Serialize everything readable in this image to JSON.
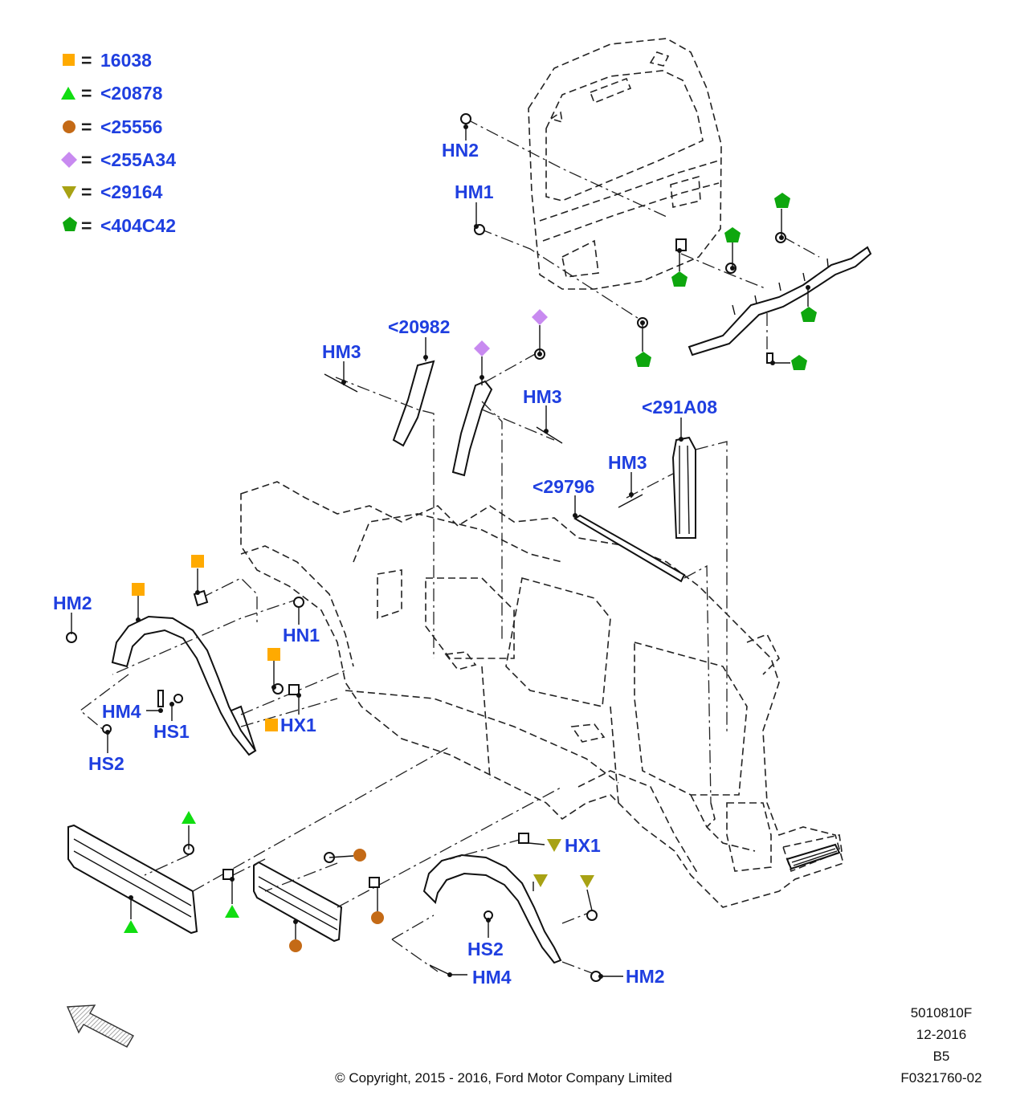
{
  "legend": [
    {
      "symbol": "square",
      "color": "#ffaa00",
      "text": "16038"
    },
    {
      "symbol": "triangle-up",
      "color": "#11dd11",
      "text": "<20878"
    },
    {
      "symbol": "circle",
      "color": "#c46a16",
      "text": "<25556"
    },
    {
      "symbol": "diamond",
      "color": "#c88af0",
      "text": "<255A34"
    },
    {
      "symbol": "triangle-down",
      "color": "#a8a214",
      "text": "<29164"
    },
    {
      "symbol": "pentagon",
      "color": "#0ea70e",
      "text": "<404C42"
    }
  ],
  "legend_eq": "=",
  "labels": {
    "hn2": "HN2",
    "hm1": "HM1",
    "n20982": "<20982",
    "hm3_a": "HM3",
    "hm3_b": "HM3",
    "hm3_c": "HM3",
    "n291a08": "<291A08",
    "n29796": "<29796",
    "hm2_a": "HM2",
    "hn1": "HN1",
    "hm4_a": "HM4",
    "hs1": "HS1",
    "hs2_a": "HS2",
    "hx1_a": "HX1",
    "hx1_b": "HX1",
    "hs2_b": "HS2",
    "hm4_b": "HM4",
    "hm2_b": "HM2"
  },
  "footer": {
    "code": "5010810F",
    "date": "12-2016",
    "rev": "B5",
    "figure": "F0321760-02",
    "copyright": "© Copyright, 2015 - 2016, Ford Motor Company Limited"
  },
  "colors": {
    "label_blue": "#1f3fe0",
    "square_orange": "#ffaa00",
    "triangle_green": "#11dd11",
    "circle_brown": "#c46a16",
    "diamond_violet": "#c88af0",
    "triangle_olive": "#a8a214",
    "pentagon_green": "#0ea70e"
  },
  "icons": {
    "direction": "front-arrow-icon"
  }
}
